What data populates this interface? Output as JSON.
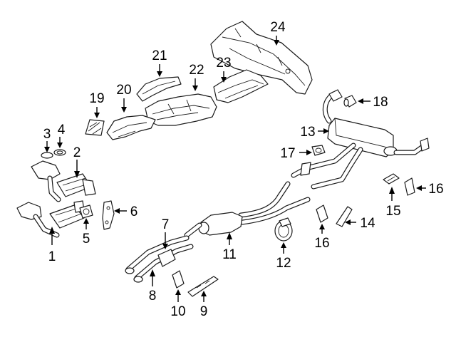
{
  "diagram": {
    "callouts": [
      {
        "id": "c1",
        "text": "1"
      },
      {
        "id": "c2",
        "text": "2"
      },
      {
        "id": "c3",
        "text": "3"
      },
      {
        "id": "c4",
        "text": "4"
      },
      {
        "id": "c5",
        "text": "5"
      },
      {
        "id": "c6",
        "text": "6"
      },
      {
        "id": "c7",
        "text": "7"
      },
      {
        "id": "c8",
        "text": "8"
      },
      {
        "id": "c9",
        "text": "9"
      },
      {
        "id": "c10",
        "text": "10"
      },
      {
        "id": "c11",
        "text": "11"
      },
      {
        "id": "c12",
        "text": "12"
      },
      {
        "id": "c13",
        "text": "13"
      },
      {
        "id": "c14",
        "text": "14"
      },
      {
        "id": "c15",
        "text": "15"
      },
      {
        "id": "c16a",
        "text": "16"
      },
      {
        "id": "c16b",
        "text": "16"
      },
      {
        "id": "c17",
        "text": "17"
      },
      {
        "id": "c18",
        "text": "18"
      },
      {
        "id": "c19",
        "text": "19"
      },
      {
        "id": "c20",
        "text": "20"
      },
      {
        "id": "c21",
        "text": "21"
      },
      {
        "id": "c22",
        "text": "22"
      },
      {
        "id": "c23",
        "text": "23"
      },
      {
        "id": "c24",
        "text": "24"
      }
    ]
  }
}
